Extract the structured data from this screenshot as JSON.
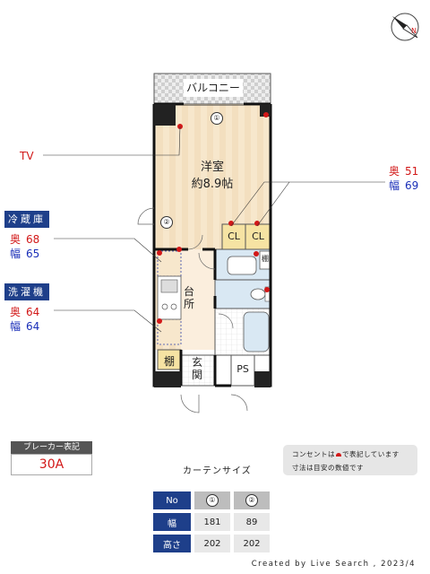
{
  "plan": {
    "balcony": "バルコニー",
    "room_name": "洋室",
    "room_size": "約8.9帖",
    "closet1": "CL",
    "closet2": "CL",
    "shelf_small": "棚",
    "kitchen": "台所",
    "entrance": "玄関",
    "shelf_entrance": "棚",
    "ps": "PS",
    "window1": "①",
    "window2": "②"
  },
  "tv_label": "TV",
  "closet_dims": {
    "depth_key": "奥",
    "depth": "51",
    "width_key": "幅",
    "width": "69"
  },
  "fridge": {
    "title": "冷蔵庫",
    "depth_key": "奥",
    "depth": "68",
    "width_key": "幅",
    "width": "65"
  },
  "washer": {
    "title": "洗濯機",
    "depth_key": "奥",
    "depth": "64",
    "width_key": "幅",
    "width": "64"
  },
  "breaker": {
    "title": "ブレーカー表記",
    "value": "30A"
  },
  "note": {
    "line1_a": "コンセントは",
    "line1_b": "で表記しています",
    "line2": "寸法は目安の数値です"
  },
  "curtain": {
    "title": "カーテンサイズ",
    "headers": [
      "No",
      "幅",
      "高さ"
    ],
    "cols": [
      {
        "no": "①",
        "width": "181",
        "height": "202"
      },
      {
        "no": "②",
        "width": "89",
        "height": "202"
      }
    ]
  },
  "credit": "Created by Live Search , 2023/4",
  "colors": {
    "accent_navy": "#1e3f8a",
    "outlet_red": "#d21818",
    "floor_wood": "#f3dfbf",
    "closet_yellow": "#f6e3a3",
    "bath_blue": "#d9e8f3"
  }
}
